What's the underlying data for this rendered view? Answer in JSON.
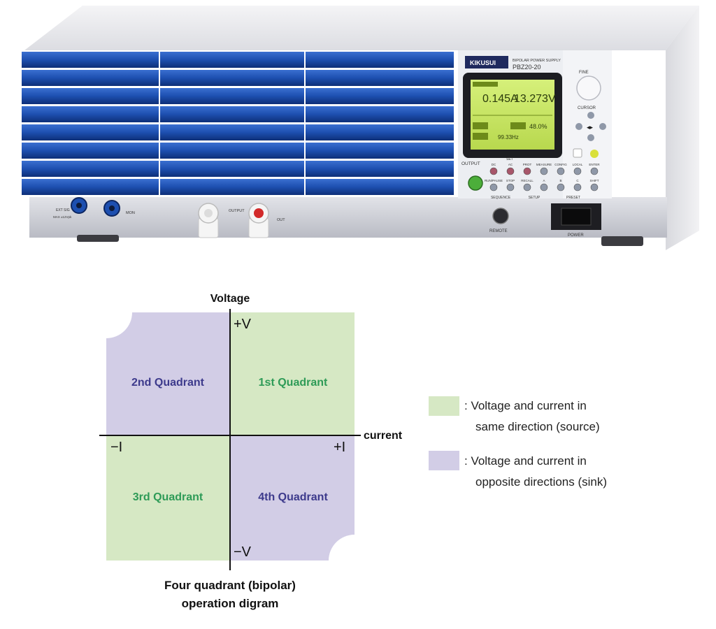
{
  "device": {
    "brand": "KIKUSUI",
    "product_line": "BIPOLAR POWER SUPPLY",
    "model": "PBZ20-20",
    "display": {
      "current_reading": "0.145A",
      "voltage_reading": "13.273V",
      "second_line": "48.0%",
      "third_line": "99.33Hz"
    },
    "knob_label": "FINE",
    "cursor_label": "CURSOR",
    "output_label": "OUTPUT",
    "set_label": "SET",
    "buttons_row1": [
      "DC",
      "AC",
      "PROT",
      "MEASURE",
      "CONFIG",
      "LOCAL",
      "ENTER"
    ],
    "buttons_row2": [
      "RUN/PAUSE",
      "STOP",
      "RECALL",
      "A",
      "B",
      "C",
      "SHIFT"
    ],
    "group_labels": [
      "SEQUENCE",
      "SETUP",
      "PRESET"
    ],
    "front_labels": {
      "ext_sig": "EXT SIG",
      "ext_max": "MAX ±12Vpk",
      "mon": "MON",
      "output": "OUTPUT",
      "out": "OUT",
      "remote": "REMOTE",
      "power": "POWER"
    }
  },
  "diagram": {
    "axis_y_title": "Voltage",
    "axis_x_title": "current",
    "plus_v": "+V",
    "minus_v": "−V",
    "plus_i": "+I",
    "minus_i": "−I",
    "quadrants": {
      "q1": "1st Quadrant",
      "q2": "2nd Quadrant",
      "q3": "3rd Quadrant",
      "q4": "4th Quadrant"
    },
    "caption_line1": "Four quadrant (bipolar)",
    "caption_line2": "operation digram",
    "colors": {
      "source": "#d6e8c4",
      "sink": "#d2cde6",
      "source_text": "#2e9b57",
      "sink_text": "#3d3a8c"
    }
  },
  "legend": {
    "source_line1": ": Voltage and current in",
    "source_line2": "same direction (source)",
    "sink_line1": ": Voltage and current in",
    "sink_line2": "opposite directions (sink)"
  }
}
